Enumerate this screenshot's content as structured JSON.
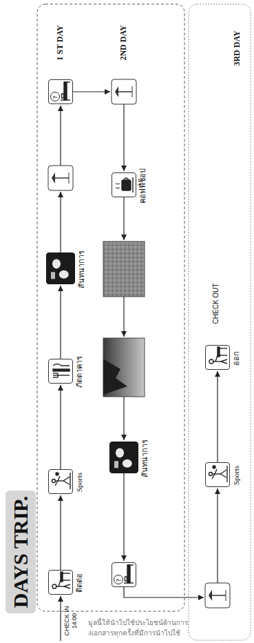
{
  "diagram": {
    "title": "DAYS TRIP.",
    "nodes": [
      {
        "text": [
          "ติดต่อ"
        ]
      },
      {
        "text": [
          "Sports"
        ]
      },
      {
        "text": [
          "ภัตตาคาร"
        ]
      },
      {
        "text": [
          "สันทนาการ"
        ]
      },
      {
        "text": [
          "?"
        ]
      },
      {
        "text": [
          "คอฟฟี่ช็อป"
        ]
      },
      {
        "text": [
          "สันทนาการ"
        ]
      },
      {
        "text": [
          "?"
        ]
      },
      {
        "text": [
          "Sports"
        ]
      },
      {
        "text": [
          "ออก"
        ]
      }
    ],
    "edges": [
      {
        "from": 0,
        "to": 1,
        "arrow": "to"
      },
      {
        "from": 1,
        "to": 2,
        "arrow": "to"
      },
      {
        "from": 2,
        "to": 3,
        "arrow": "to"
      },
      {
        "from": 6,
        "to": 7,
        "arrow": "to"
      },
      {
        "from": 8,
        "to": 9,
        "arrow": "to"
      }
    ],
    "labels": [
      "CHECK IN 14:00",
      "1 ST DAY",
      "2ND DAY",
      "3RD DAY",
      "CHECK OUT",
      "มูลนี้ให้นำไปใช้ประโยชน์ด้านการ",
      "งเอกสารทุกครั้งที่มีการนำไปใช้"
    ]
  }
}
